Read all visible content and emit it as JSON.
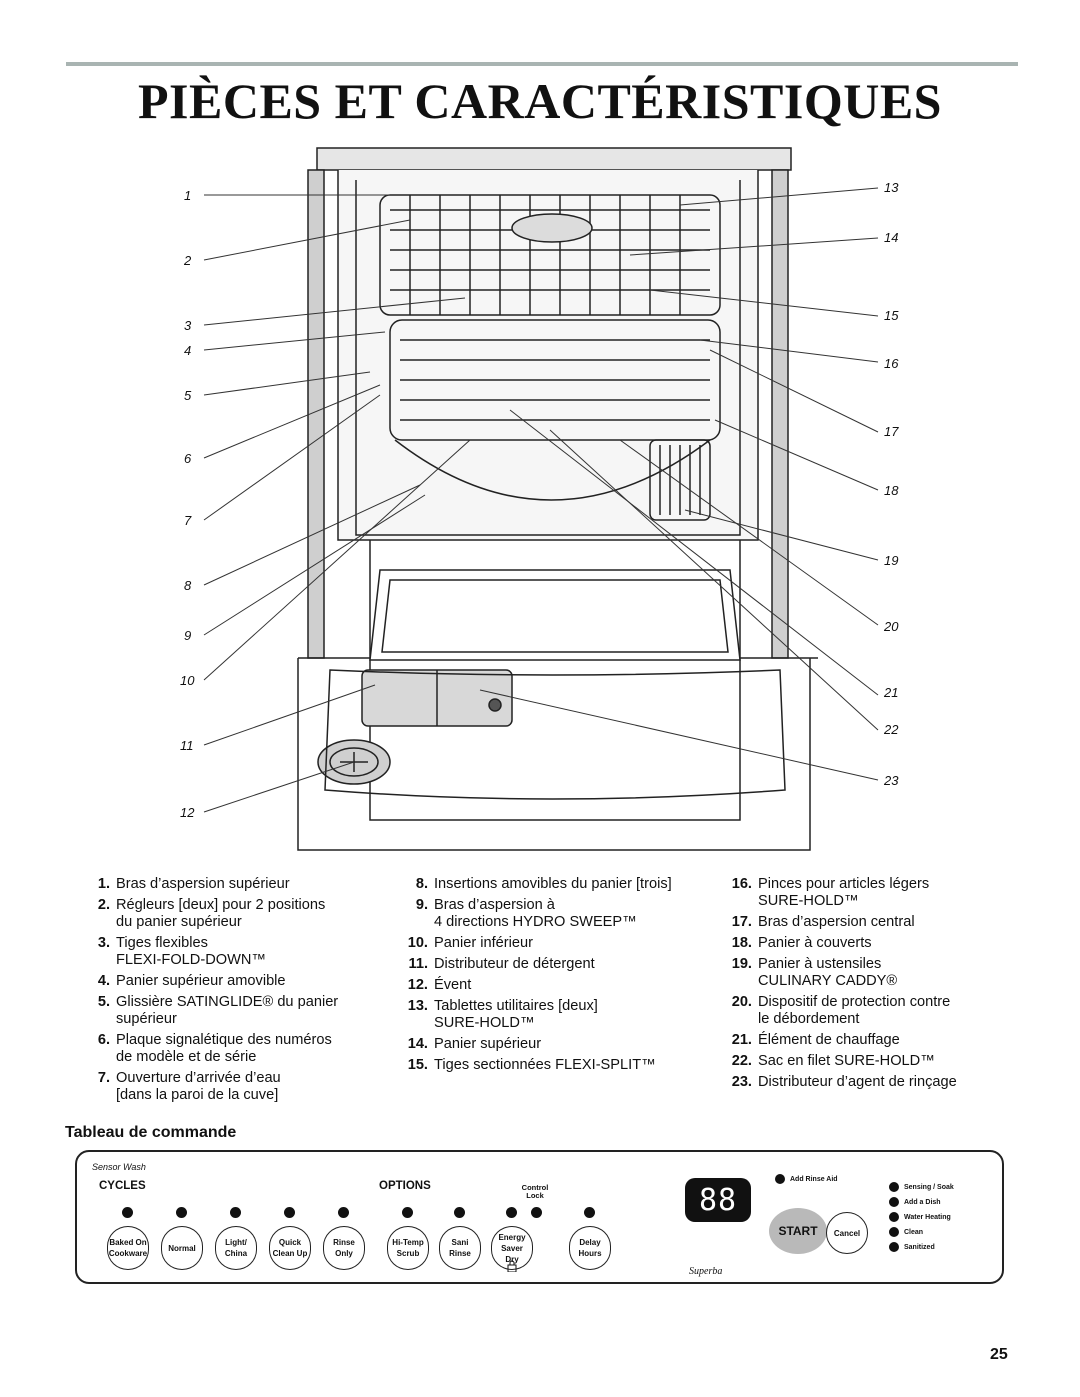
{
  "page": {
    "title": "PIÈCES ET CARACTÉRISTIQUES",
    "page_number": "25"
  },
  "diagram": {
    "callouts_left": [
      "1",
      "2",
      "3",
      "4",
      "5",
      "6",
      "7",
      "8",
      "9",
      "10",
      "11",
      "12"
    ],
    "callouts_right": [
      "13",
      "14",
      "15",
      "16",
      "17",
      "18",
      "19",
      "20",
      "21",
      "22",
      "23"
    ]
  },
  "legend": {
    "col1": [
      {
        "num": "1.",
        "text": "Bras d’aspersion supérieur"
      },
      {
        "num": "2.",
        "text": "Régleurs [deux] pour 2 positions\ndu panier supérieur"
      },
      {
        "num": "3.",
        "text": "Tiges flexibles\nFLEXI-FOLD-DOWN™"
      },
      {
        "num": "4.",
        "text": "Panier supérieur amovible"
      },
      {
        "num": "5.",
        "text": "Glissière SATINGLIDE® du panier\nsupérieur"
      },
      {
        "num": "6.",
        "text": "Plaque signalétique des numéros\nde modèle et de série"
      },
      {
        "num": "7.",
        "text": "Ouverture d’arrivée d’eau\n[dans la paroi de la cuve]"
      }
    ],
    "col2": [
      {
        "num": "8.",
        "text": "Insertions amovibles du panier [trois]"
      },
      {
        "num": "9.",
        "text": "Bras d’aspersion à\n4 directions HYDRO SWEEP™"
      },
      {
        "num": "10.",
        "text": "Panier inférieur"
      },
      {
        "num": "11.",
        "text": "Distributeur de détergent"
      },
      {
        "num": "12.",
        "text": "Évent"
      },
      {
        "num": "13.",
        "text": "Tablettes utilitaires [deux]\nSURE-HOLD™"
      },
      {
        "num": "14.",
        "text": "Panier supérieur"
      },
      {
        "num": "15.",
        "text": "Tiges sectionnées FLEXI-SPLIT™"
      }
    ],
    "col3": [
      {
        "num": "16.",
        "text": "Pinces pour articles légers\nSURE-HOLD™"
      },
      {
        "num": "17.",
        "text": "Bras d’aspersion central"
      },
      {
        "num": "18.",
        "text": "Panier à couverts"
      },
      {
        "num": "19.",
        "text": "Panier à ustensiles\nCULINARY CADDY®"
      },
      {
        "num": "20.",
        "text": "Dispositif de protection contre\nle débordement"
      },
      {
        "num": "21.",
        "text": "Élément de chauffage"
      },
      {
        "num": "22.",
        "text": "Sac en filet SURE-HOLD™"
      },
      {
        "num": "23.",
        "text": "Distributeur d’agent de rinçage"
      }
    ]
  },
  "control_panel": {
    "heading": "Tableau de commande",
    "sensor_wash": "Sensor Wash",
    "cycles_label": "CYCLES",
    "options_label": "OPTIONS",
    "control_lock": "Control\nLock",
    "cycle_buttons": [
      "Baked On\nCookware",
      "Normal",
      "Light/\nChina",
      "Quick\nClean Up",
      "Rinse\nOnly"
    ],
    "option_buttons": [
      "Hi-Temp\nScrub",
      "Sani\nRinse",
      "Energy\nSaver\nDry",
      "Delay\nHours"
    ],
    "display": "88",
    "start": "START",
    "cancel": "Cancel",
    "add_rinse_aid": "Add Rinse Aid",
    "indicators": [
      "Sensing / Soak",
      "Add a Dish",
      "Water Heating",
      "Clean",
      "Sanitized"
    ],
    "brand": "Superba"
  }
}
